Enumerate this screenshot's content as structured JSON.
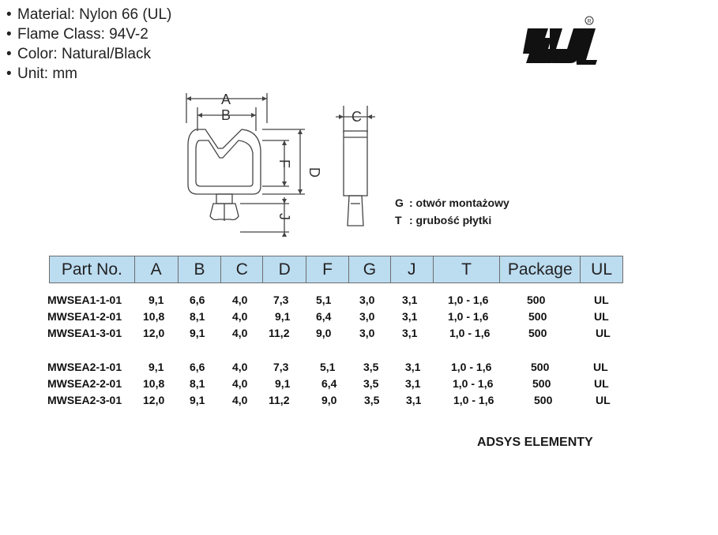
{
  "specs": [
    {
      "text": "Material: Nylon 66 (UL)"
    },
    {
      "text": "Flame Class: 94V-2"
    },
    {
      "text": "Color: Natural/Black"
    },
    {
      "text": "Unit: mm"
    }
  ],
  "drawing_labels": {
    "a": "A",
    "b": "B",
    "c": "C",
    "d": "D",
    "f": "F",
    "j": "J"
  },
  "legend": [
    {
      "key": "G",
      "text": ":  otwór montażowy"
    },
    {
      "key": "T",
      "text": ":  grubość płytki"
    }
  ],
  "table": {
    "headers": [
      "Part No.",
      "A",
      "B",
      "C",
      "D",
      "F",
      "G",
      "J",
      "T",
      "Package",
      "UL"
    ],
    "rows": [
      [
        "MWSEA1-1-01",
        "9,1",
        "6,6",
        "4,0",
        "7,3",
        "5,1",
        "3,0",
        "3,1",
        "1,0 - 1,6",
        "500",
        "UL"
      ],
      [
        "MWSEA1-2-01",
        "10,8",
        "8,1",
        "4,0",
        "9,1",
        "6,4",
        "3,0",
        "3,1",
        "1,0 - 1,6",
        "500",
        "UL"
      ],
      [
        "MWSEA1-3-01",
        "12,0",
        "9,1",
        "4,0",
        "11,2",
        "9,0",
        "3,0",
        "3,1",
        "1,0 - 1,6",
        "500",
        "UL"
      ],
      [
        "MWSEA2-1-01",
        "9,1",
        "6,6",
        "4,0",
        "7,3",
        "5,1",
        "3,5",
        "3,1",
        "1,0 - 1,6",
        "500",
        "UL"
      ],
      [
        "MWSEA2-2-01",
        "10,8",
        "8,1",
        "4,0",
        "9,1",
        "6,4",
        "3,5",
        "3,1",
        "1,0 - 1,6",
        "500",
        "UL"
      ],
      [
        "MWSEA2-3-01",
        "12,0",
        "9,1",
        "4,0",
        "11,2",
        "9,0",
        "3,5",
        "3,1",
        "1,0 - 1,6",
        "500",
        "UL"
      ]
    ]
  },
  "footer": "ADSYS ELEMENTY",
  "colors": {
    "header_bg": "#bcdcf0",
    "logo": "#111111"
  },
  "logo_icon": "ul-certification-icon"
}
